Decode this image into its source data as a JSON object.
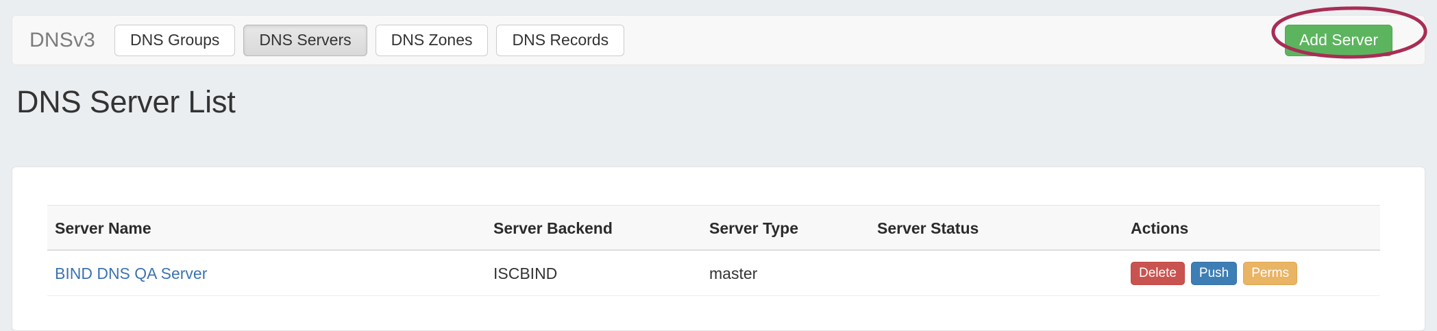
{
  "navbar": {
    "brand": "DNSv3",
    "items": [
      {
        "label": "DNS Groups",
        "active": false
      },
      {
        "label": "DNS Servers",
        "active": true
      },
      {
        "label": "DNS Zones",
        "active": false
      },
      {
        "label": "DNS Records",
        "active": false
      }
    ],
    "add_server_label": "Add Server",
    "add_server_color": "#5cb45f"
  },
  "annotation": {
    "shape": "ellipse",
    "color": "#a82d54",
    "target": "Add Server"
  },
  "page": {
    "title": "DNS Server List"
  },
  "table": {
    "columns": [
      "Server Name",
      "Server Backend",
      "Server Type",
      "Server Status",
      "Actions"
    ],
    "rows": [
      {
        "server_name": "BIND DNS QA Server",
        "server_backend": "ISCBIND",
        "server_type": "master",
        "server_status": "",
        "actions": [
          {
            "label": "Delete",
            "color": "#c9534f"
          },
          {
            "label": "Push",
            "color": "#3d7eb5"
          },
          {
            "label": "Perms",
            "color": "#e9b464"
          }
        ]
      }
    ]
  }
}
